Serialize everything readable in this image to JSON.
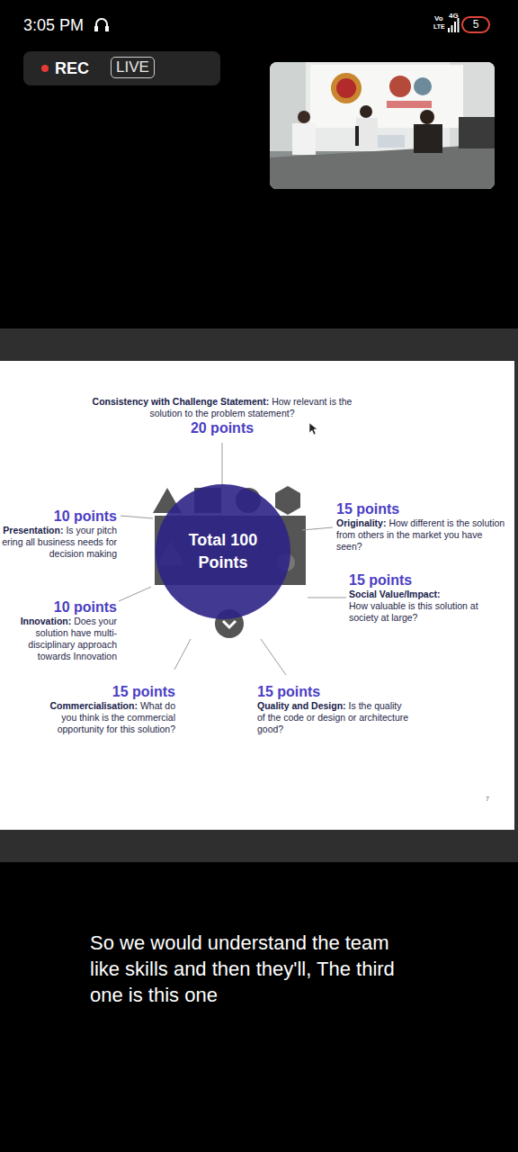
{
  "diagram": {
    "caption": "So we would understand the team like skills and then they'll, The third one is this one",
    "nodes": [
      {
        "text": [
          "REC"
        ]
      },
      {
        "text": [
          "LIVE"
        ],
        "in": 0
      },
      {
        "text": [
          "5"
        ]
      },
      {
        "text": [
          "Total 100 Points"
        ]
      }
    ],
    "labels": [
      "3:05 PM",
      "Vo",
      "LTE",
      "4G",
      "Consistency with Challenge Statement:",
      "How relevant is the solution to the problem statement?",
      "20 points",
      "10 points",
      "Presentation:",
      "Is your pitch ering all business needs for decision making",
      "15 points",
      "Originality:",
      "How different is the solution from others in the market you have seen?",
      "15 points",
      "Social Value/Impact:",
      "How valuable is this solution at society at large?",
      "10 points",
      "Innovation:",
      "Does your solution have multi-disciplinary approach towards Innovation",
      "15 points",
      "Commercialisation:",
      "What do you think is the commercial opportunity for this solution?",
      "15 points",
      "Quality and Design:",
      "Is the quality of the code or design or architecture good?",
      "7"
    ]
  }
}
